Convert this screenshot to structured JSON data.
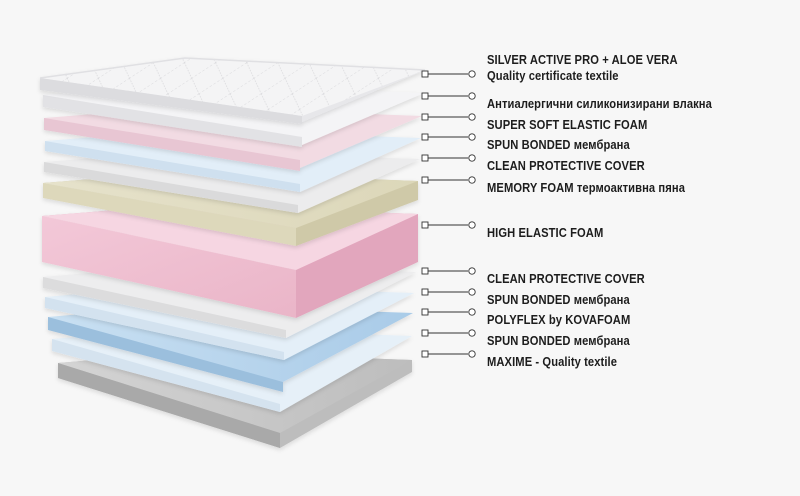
{
  "diagram": {
    "layers": [
      {
        "id": "silver-active",
        "label_lines": [
          "SILVER ACTIVE PRO + ALOE VERA",
          "Quality certificate textile"
        ],
        "color": "#f1f1f3"
      },
      {
        "id": "antiallergic-fibers",
        "label_lines": [
          "Антиалергични силиконизирани влакна"
        ],
        "color": "#f4f4f6"
      },
      {
        "id": "super-soft-foam",
        "label_lines": [
          "SUPER SOFT ELASTIC FOAM"
        ],
        "color": "#f2dbe3"
      },
      {
        "id": "spun-bonded-1",
        "label_lines": [
          "SPUN BONDED мембрана"
        ],
        "color": "#e2eef8"
      },
      {
        "id": "clean-cover-1",
        "label_lines": [
          "CLEAN PROTECTIVE COVER"
        ],
        "color": "#ececed"
      },
      {
        "id": "memory-foam",
        "label_lines": [
          "MEMORY FOAM термоактивна пяна"
        ],
        "color": "#e4e0c8"
      },
      {
        "id": "high-elastic-foam",
        "label_lines": [
          "HIGH ELASTIC FOAM"
        ],
        "color": "#f0c4d6"
      },
      {
        "id": "clean-cover-2",
        "label_lines": [
          "CLEAN PROTECTIVE COVER"
        ],
        "color": "#ededee"
      },
      {
        "id": "spun-bonded-2",
        "label_lines": [
          "SPUN BONDED мембрана"
        ],
        "color": "#e4eff8"
      },
      {
        "id": "polyflex",
        "label_lines": [
          "POLYFLEX by KOVAFOAM"
        ],
        "color": "#bcd7ee"
      },
      {
        "id": "spun-bonded-3",
        "label_lines": [
          "SPUN BONDED мембрана"
        ],
        "color": "#e6f0f8"
      },
      {
        "id": "maxime-textile",
        "label_lines": [
          "MAXIME - Quality textile"
        ],
        "color": "#c8c8c8"
      }
    ]
  }
}
